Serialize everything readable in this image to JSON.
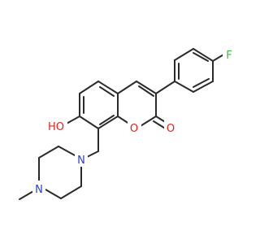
{
  "colors": {
    "bond": "#2b2b2b",
    "carbon": "#2b2b2b",
    "oxygen": "#e0241b",
    "nitrogen": "#2a3fd6",
    "fluorine": "#4db34d",
    "background": "#ffffff"
  },
  "atoms": {
    "fluoro": "F",
    "hydroxyl": "HO",
    "ring_oxygen": "O",
    "carbonyl_oxygen": "O",
    "piperazine_n1": "N",
    "piperazine_n4": "N"
  }
}
